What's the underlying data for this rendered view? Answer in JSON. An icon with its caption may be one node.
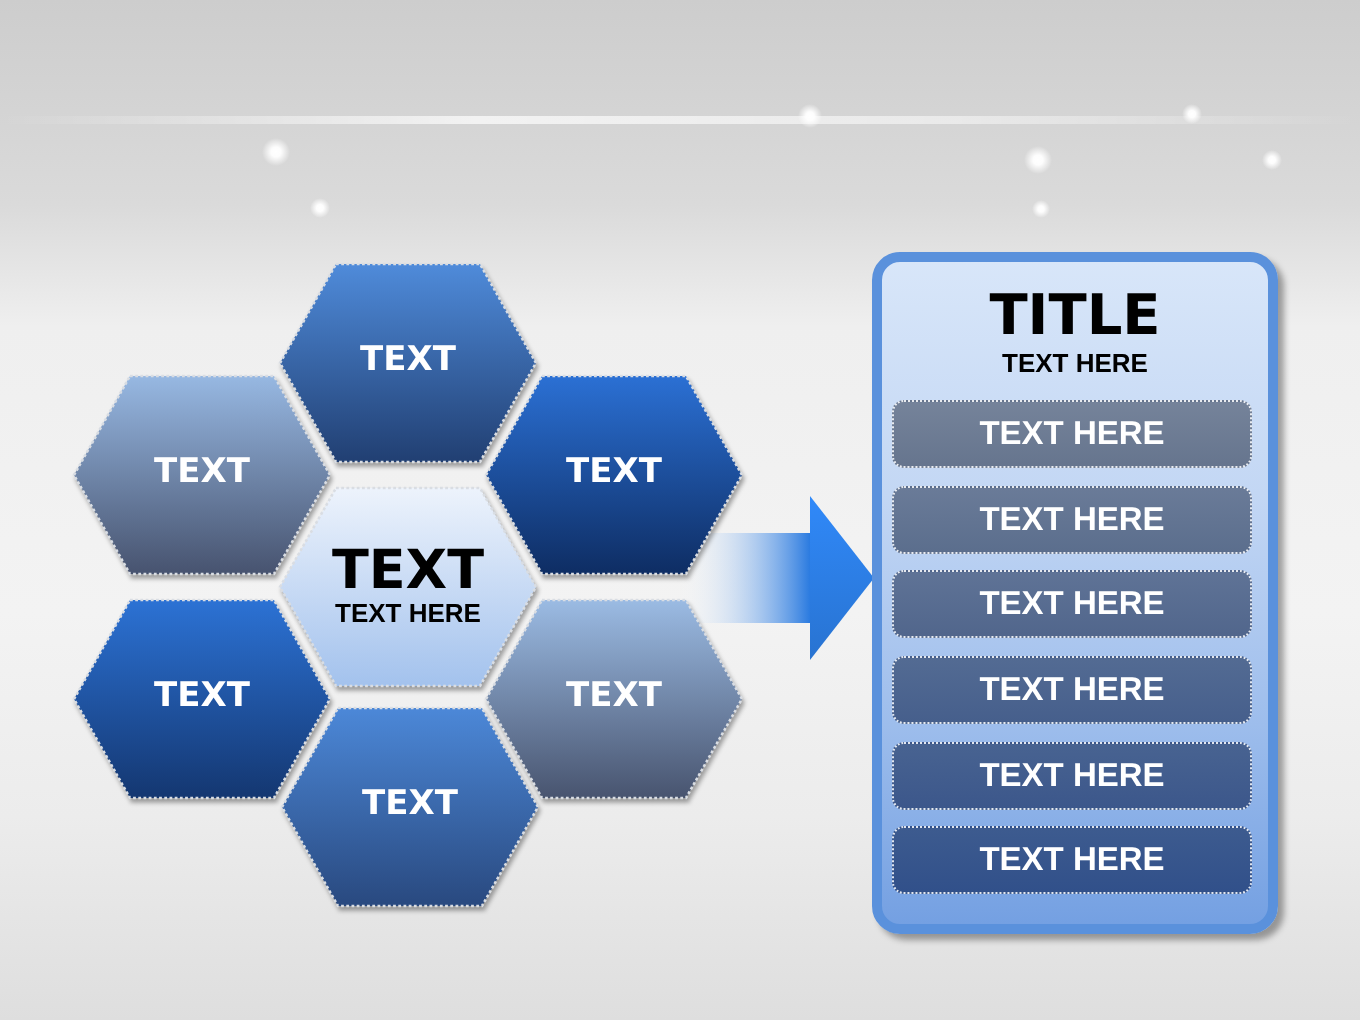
{
  "diagram": {
    "nodes": [
      {
        "text": [
          "TEXT"
        ]
      },
      {
        "text": [
          "TEXT"
        ]
      },
      {
        "text": [
          "TEXT"
        ]
      },
      {
        "text": [
          "TEXT",
          "TEXT HERE"
        ]
      },
      {
        "text": [
          "TEXT"
        ]
      },
      {
        "text": [
          "TEXT"
        ]
      },
      {
        "text": [
          "TEXT"
        ]
      },
      {
        "text": [
          "TITLE",
          "TEXT HERE"
        ]
      },
      {
        "text": [
          "TEXT HERE"
        ],
        "in": 7
      },
      {
        "text": [
          "TEXT HERE"
        ],
        "in": 7
      },
      {
        "text": [
          "TEXT HERE"
        ],
        "in": 7
      },
      {
        "text": [
          "TEXT HERE"
        ],
        "in": 7
      },
      {
        "text": [
          "TEXT HERE"
        ],
        "in": 7
      },
      {
        "text": [
          "TEXT HERE"
        ],
        "in": 7
      }
    ],
    "edges": [
      {
        "from": 3,
        "to": 7,
        "arrow": "to",
        "style": "thick"
      }
    ]
  }
}
